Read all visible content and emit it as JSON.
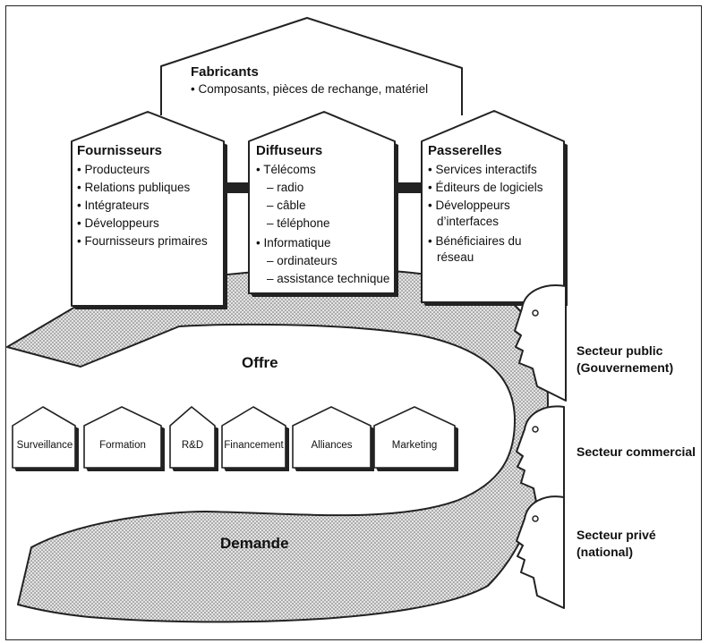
{
  "fabricants": {
    "title": "Fabricants",
    "items": [
      "• Composants, pièces de rechange, matériel"
    ]
  },
  "fournisseurs": {
    "title": "Fournisseurs",
    "items": [
      "• Producteurs",
      "• Relations publiques",
      "• Intégrateurs",
      "• Développeurs",
      "• Fournisseurs primaires"
    ]
  },
  "diffuseurs": {
    "title": "Diffuseurs",
    "items": [
      "• Télécoms",
      "– radio",
      "– câble",
      "– téléphone",
      "• Informatique",
      "– ordinateurs",
      "– assistance technique"
    ]
  },
  "passerelles": {
    "title": "Passerelles",
    "items": [
      "• Services interactifs",
      "• Éditeurs de logiciels",
      "• Développeurs",
      "d’interfaces",
      "• Bénéficiaires du",
      "réseau"
    ]
  },
  "flows": {
    "offre": "Offre",
    "demande": "Demande"
  },
  "support_functions": [
    "Surveillance",
    "Formation",
    "R&D",
    "Financement",
    "Alliances",
    "Marketing"
  ],
  "sectors": [
    {
      "line1": "Secteur public",
      "line2": "(Gouvernement)"
    },
    {
      "line1": "Secteur commercial",
      "line2": ""
    },
    {
      "line1": "Secteur privé",
      "line2": "(national)"
    }
  ]
}
